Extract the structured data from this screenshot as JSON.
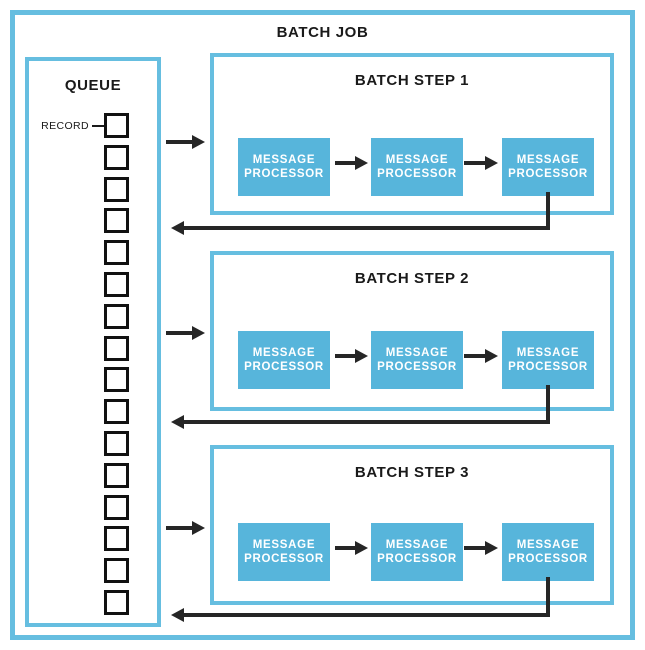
{
  "diagram": {
    "title": "BATCH JOB",
    "queue": {
      "title": "QUEUE",
      "record_label": "RECORD",
      "record_count": 16
    },
    "steps": [
      {
        "title": "BATCH STEP 1",
        "processors": [
          "MESSAGE PROCESSOR",
          "MESSAGE PROCESSOR",
          "MESSAGE PROCESSOR"
        ]
      },
      {
        "title": "BATCH STEP 2",
        "processors": [
          "MESSAGE PROCESSOR",
          "MESSAGE PROCESSOR",
          "MESSAGE PROCESSOR"
        ]
      },
      {
        "title": "BATCH STEP 3",
        "processors": [
          "MESSAGE PROCESSOR",
          "MESSAGE PROCESSOR",
          "MESSAGE PROCESSOR"
        ]
      }
    ],
    "colors": {
      "box_border_blue": "#66BEE0",
      "processor_fill": "#57B5DB",
      "processor_text": "#FFFFFF",
      "connector_black": "#262626",
      "label_text": "#1A1A1A"
    }
  }
}
